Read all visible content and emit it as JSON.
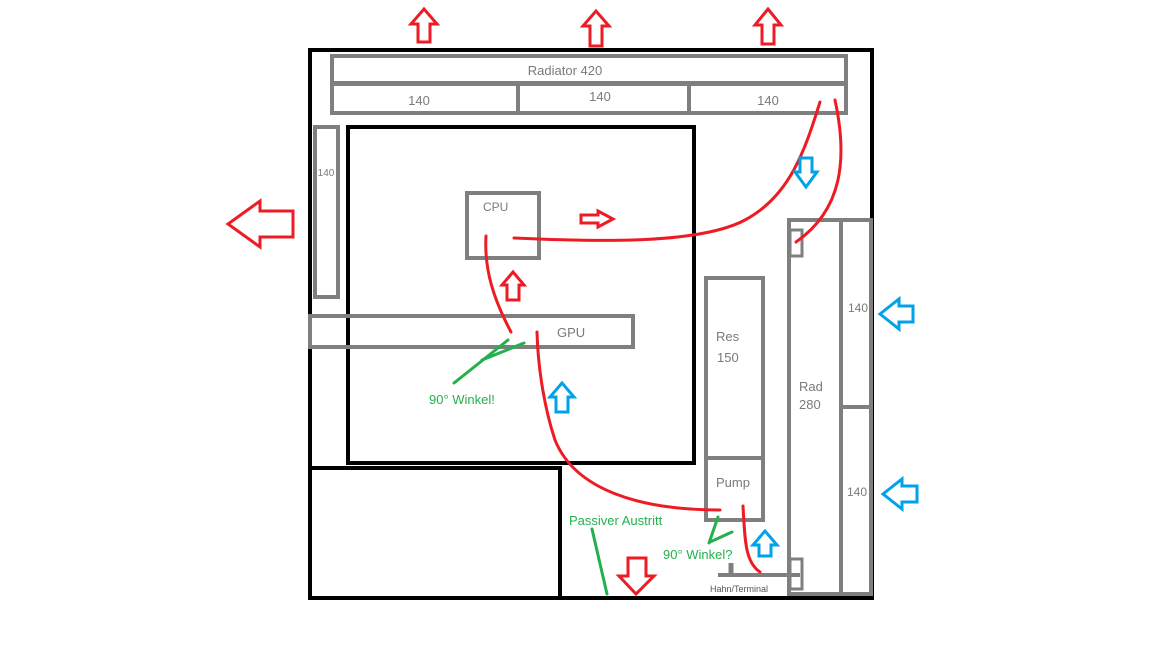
{
  "labels": {
    "radiator_top": "Radiator 420",
    "fan_top_1": "140",
    "fan_top_2": "140",
    "fan_top_3": "140",
    "fan_rear": "140",
    "cpu": "CPU",
    "gpu": "GPU",
    "res": "Res",
    "res_size": "150",
    "pump": "Pump",
    "rad_side": "Rad",
    "rad_side_size": "280",
    "fan_side_1": "140",
    "fan_side_2": "140",
    "tap": "Hahn/Terminal"
  },
  "annotations": {
    "angle_gpu": "90° Winkel!",
    "angle_pump": "90° Winkel?",
    "passive_exit": "Passiver Austritt"
  },
  "colors": {
    "case": "#000000",
    "component": "#7f7f7f",
    "tubing": "#ed1c24",
    "exhaust": "#ed1c24",
    "intake": "#00a2e8",
    "note": "#22b14c"
  }
}
